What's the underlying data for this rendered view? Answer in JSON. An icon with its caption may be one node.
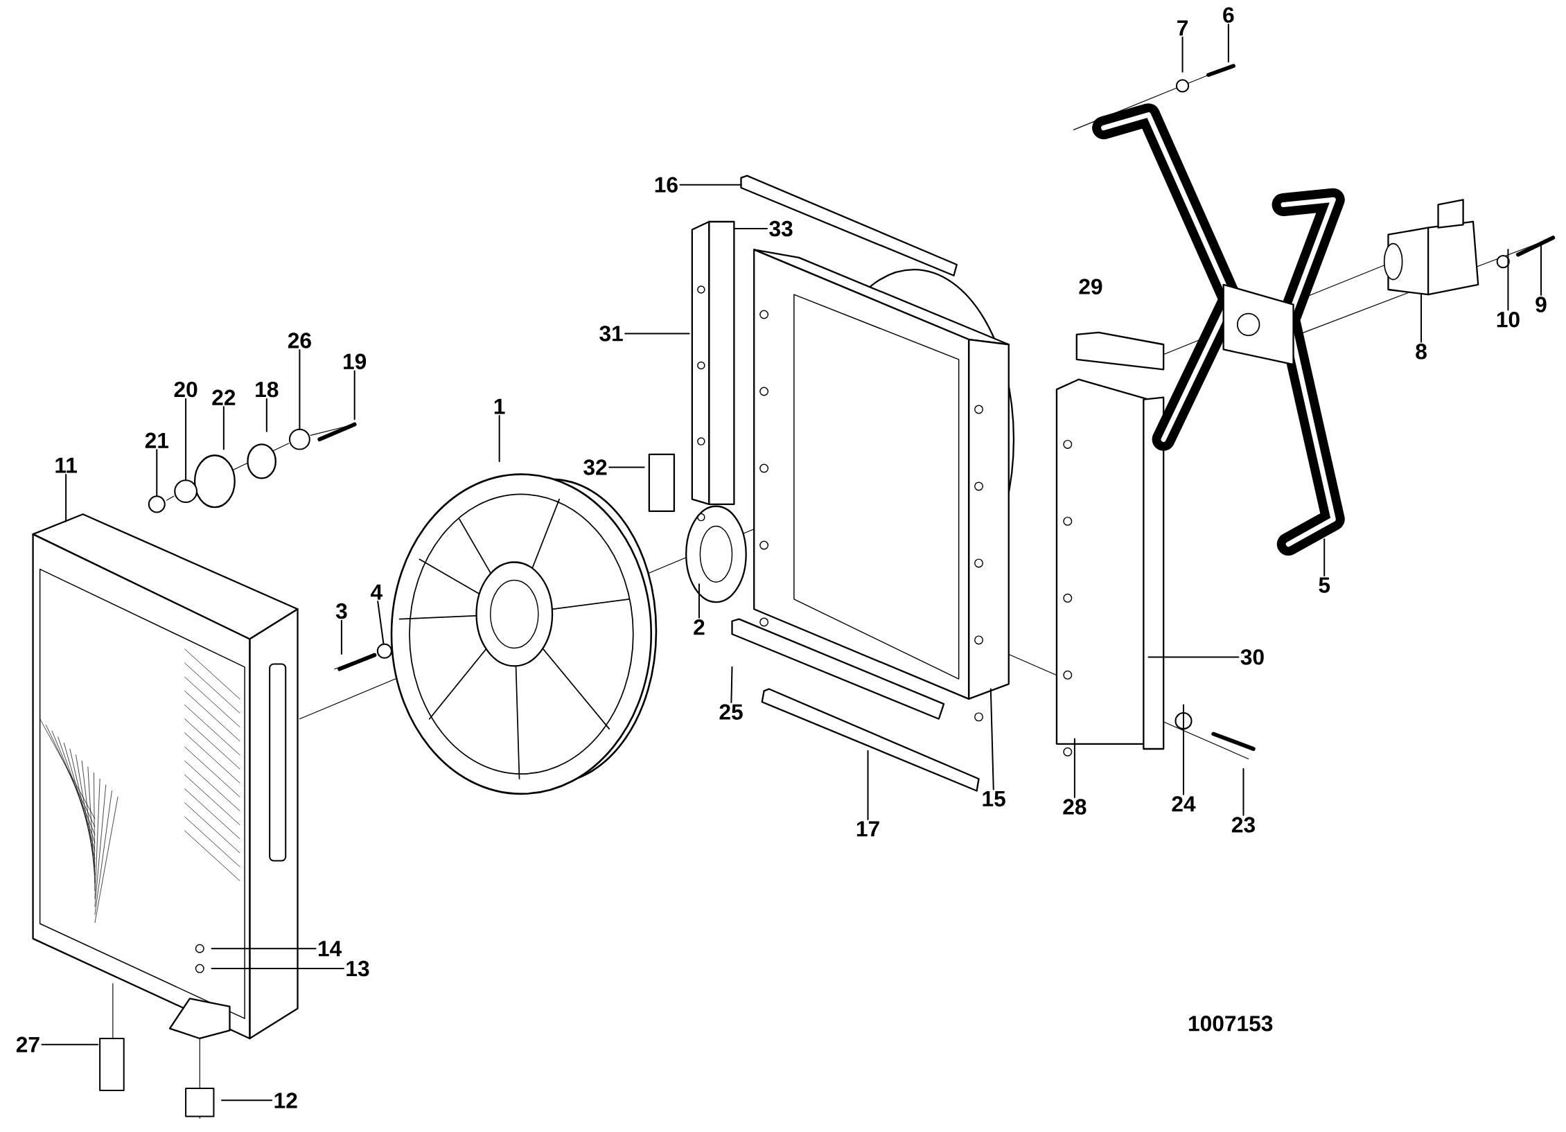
{
  "diagram": {
    "nodes": [
      {
        "text": [
          "1"
        ]
      },
      {
        "text": [
          "2"
        ]
      },
      {
        "text": [
          "3"
        ]
      },
      {
        "text": [
          "4"
        ]
      },
      {
        "text": [
          "5"
        ]
      },
      {
        "text": [
          "6"
        ]
      },
      {
        "text": [
          "7"
        ]
      },
      {
        "text": [
          "8"
        ]
      },
      {
        "text": [
          "9"
        ]
      },
      {
        "text": [
          "10"
        ]
      },
      {
        "text": [
          "11"
        ]
      },
      {
        "text": [
          "12"
        ]
      },
      {
        "text": [
          "13"
        ]
      },
      {
        "text": [
          "14"
        ]
      },
      {
        "text": [
          "15"
        ]
      },
      {
        "text": [
          "16"
        ]
      },
      {
        "text": [
          "17"
        ]
      },
      {
        "text": [
          "18"
        ]
      },
      {
        "text": [
          "19"
        ]
      },
      {
        "text": [
          "20"
        ]
      },
      {
        "text": [
          "21"
        ]
      },
      {
        "text": [
          "22"
        ]
      },
      {
        "text": [
          "23"
        ]
      },
      {
        "text": [
          "24"
        ]
      },
      {
        "text": [
          "25"
        ]
      },
      {
        "text": [
          "26"
        ]
      },
      {
        "text": [
          "27"
        ]
      },
      {
        "text": [
          "28"
        ]
      },
      {
        "text": [
          "30"
        ]
      },
      {
        "text": [
          "31"
        ]
      },
      {
        "text": [
          "32"
        ]
      },
      {
        "text": [
          "33"
        ]
      },
      {
        "text": [],
        "shape": "circle"
      },
      {
        "text": [],
        "shape": "circle"
      },
      {
        "text": [],
        "shape": "circle"
      },
      {
        "text": [],
        "shape": "circle"
      },
      {
        "text": [],
        "shape": "picture"
      }
    ],
    "edges": [
      {
        "from": 0,
        "to": null,
        "arrow": "none"
      },
      {
        "from": 1,
        "to": null,
        "arrow": "none"
      },
      {
        "from": 2,
        "to": null,
        "arrow": "none"
      },
      {
        "from": 3,
        "to": 35,
        "arrow": "none"
      },
      {
        "from": 4,
        "to": null,
        "arrow": "none"
      },
      {
        "from": 5,
        "to": null,
        "arrow": "none"
      },
      {
        "from": 6,
        "to": null,
        "arrow": "none"
      },
      {
        "from": 7,
        "to": 36,
        "arrow": "none"
      },
      {
        "from": 8,
        "to": null,
        "arrow": "none"
      },
      {
        "from": 9,
        "to": null,
        "arrow": "none"
      },
      {
        "from": 10,
        "to": null,
        "arrow": "none"
      },
      {
        "from": 11,
        "to": null,
        "arrow": "none"
      },
      {
        "from": 12,
        "to": null,
        "arrow": "none"
      },
      {
        "from": 13,
        "to": null,
        "arrow": "none"
      },
      {
        "from": 14,
        "to": null,
        "arrow": "none"
      },
      {
        "from": 15,
        "to": null,
        "arrow": "none"
      },
      {
        "from": 16,
        "to": null,
        "arrow": "none"
      },
      {
        "from": 17,
        "to": null,
        "arrow": "none"
      },
      {
        "from": 18,
        "to": null,
        "arrow": "none"
      },
      {
        "from": 19,
        "to": 33,
        "arrow": "none"
      },
      {
        "from": 20,
        "to": 32,
        "arrow": "none"
      },
      {
        "from": 21,
        "to": null,
        "arrow": "none"
      },
      {
        "from": 22,
        "to": null,
        "arrow": "none"
      },
      {
        "from": 23,
        "to": null,
        "arrow": "none"
      },
      {
        "from": 24,
        "to": null,
        "arrow": "none"
      },
      {
        "from": 25,
        "to": 34,
        "arrow": "none"
      },
      {
        "from": 26,
        "to": null,
        "arrow": "none"
      },
      {
        "from": 27,
        "to": null,
        "arrow": "none"
      },
      {
        "from": 28,
        "to": null,
        "arrow": "none"
      },
      {
        "from": 29,
        "to": null,
        "arrow": "none"
      },
      {
        "from": 30,
        "to": null,
        "arrow": "none"
      },
      {
        "from": 31,
        "to": null,
        "arrow": "none"
      }
    ],
    "labels": [
      "29",
      "1007153"
    ]
  }
}
